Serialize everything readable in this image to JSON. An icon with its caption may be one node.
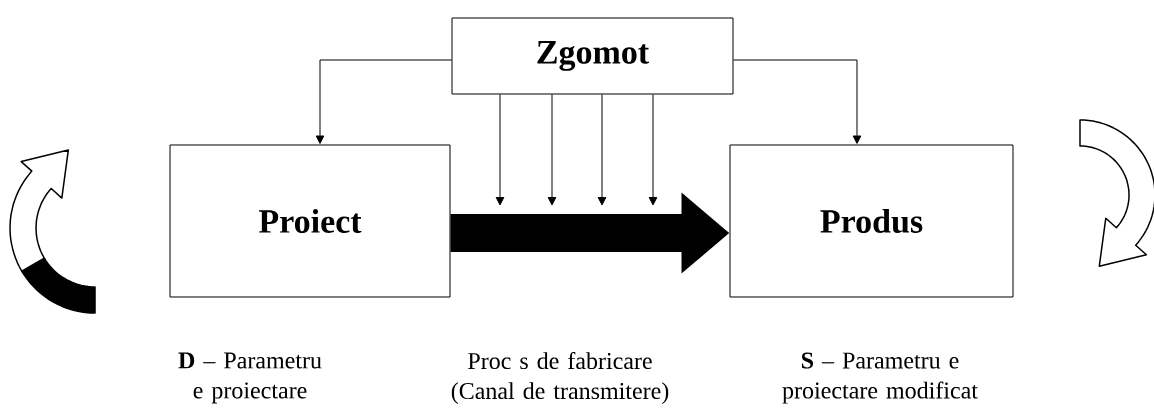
{
  "diagram": {
    "nodes": [
      {
        "text": [
          "Zgomot"
        ]
      },
      {
        "text": [
          "Proiect"
        ]
      },
      {
        "text": [
          "Produs"
        ]
      }
    ],
    "edges": [
      {
        "from": 0,
        "to": 1,
        "arrow": "to"
      },
      {
        "from": 0,
        "to": 2,
        "arrow": "to"
      },
      {
        "from": 1,
        "to": 2,
        "arrow": "to",
        "style": "thick"
      },
      {
        "from": 0,
        "to": null,
        "arrow": "to"
      },
      {
        "from": 0,
        "to": null,
        "arrow": "to"
      },
      {
        "from": 0,
        "to": null,
        "arrow": "to"
      },
      {
        "from": 0,
        "to": null,
        "arrow": "to"
      }
    ],
    "labels": [
      "**D** – Parametru e proiectare",
      "Proc s de fabricare (Canal de transmitere)",
      "**S** – Parametru e proiectare modificat"
    ]
  }
}
